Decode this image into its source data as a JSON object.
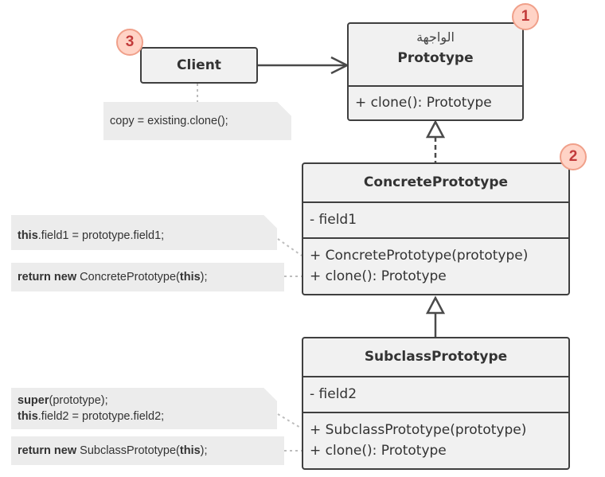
{
  "client": {
    "title": "Client"
  },
  "client_note": {
    "text": "copy = existing.clone();"
  },
  "prototype": {
    "stereotype": "الواجهة",
    "title": "Prototype",
    "methods": [
      "+ clone(): Prototype"
    ]
  },
  "concrete": {
    "title": "ConcretePrototype",
    "fields": [
      "- field1"
    ],
    "methods": [
      "+ ConcretePrototype(prototype)",
      "+ clone(): Prototype"
    ]
  },
  "concrete_notes": {
    "note1": {
      "kw": "this",
      "rest": ".field1 = prototype.field1;"
    },
    "note2": {
      "kw1": "return new",
      "mid": " ConcretePrototype(",
      "kw2": "this",
      "end": ");"
    }
  },
  "subclass": {
    "title": "SubclassPrototype",
    "fields": [
      "- field2"
    ],
    "methods": [
      "+ SubclassPrototype(prototype)",
      "+ clone(): Prototype"
    ]
  },
  "subclass_notes": {
    "note1": {
      "l1_kw": "super",
      "l1_rest": "(prototype);",
      "l2_kw": "this",
      "l2_rest": ".field2 = prototype.field2;"
    },
    "note2": {
      "kw1": "return new",
      "mid": " SubclassPrototype(",
      "kw2": "this",
      "end": ");"
    }
  },
  "badges": [
    "1",
    "2",
    "3"
  ],
  "colors": {
    "box_fill": "#f1f1f1",
    "border": "#3f3f3f",
    "note_fill": "#ececec",
    "badge_fill": "#ffd3c6",
    "badge_text": "#c23a3a"
  }
}
